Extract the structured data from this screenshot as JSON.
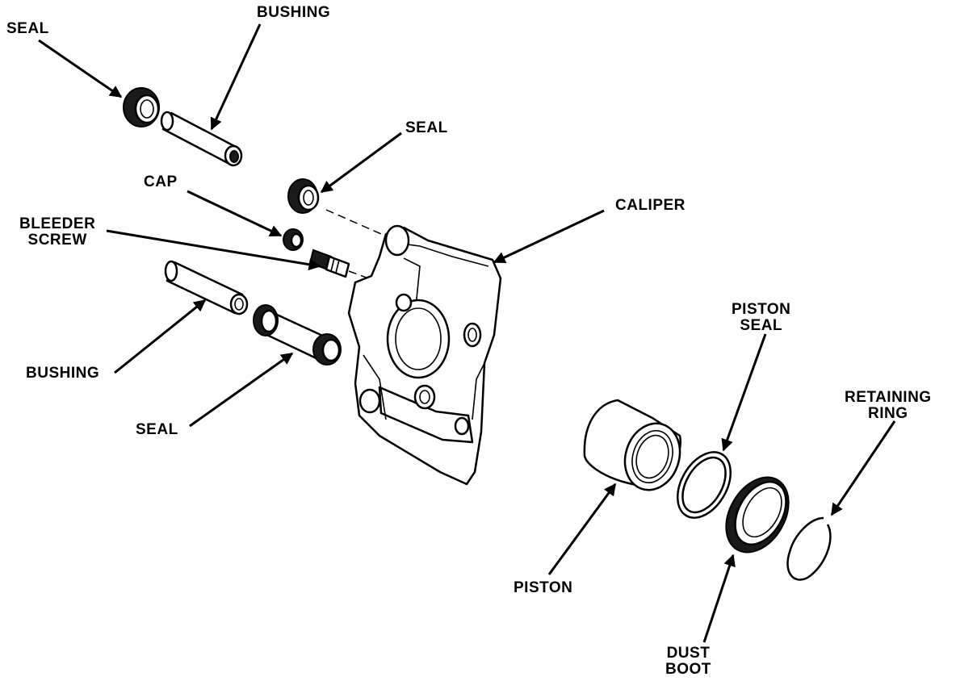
{
  "labels": {
    "seal_top_left": "SEAL",
    "bushing_top": "BUSHING",
    "seal_mid": "SEAL",
    "cap": "CAP",
    "bleeder_line1": "BLEEDER",
    "bleeder_line2": "SCREW",
    "caliper": "CALIPER",
    "bushing_left": "BUSHING",
    "seal_bottom": "SEAL",
    "piston_seal_line1": "PISTON",
    "piston_seal_line2": "SEAL",
    "retaining_line1": "RETAINING",
    "retaining_line2": "RING",
    "piston": "PISTON",
    "dust_line1": "DUST",
    "dust_line2": "BOOT"
  }
}
